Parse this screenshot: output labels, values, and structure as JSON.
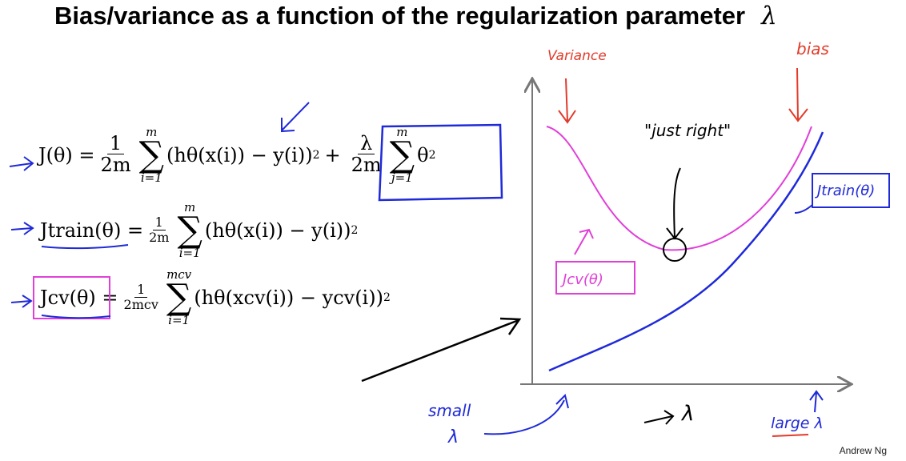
{
  "title": "Bias/variance as a function of the regularization parameter",
  "title_symbol": "λ",
  "equations": {
    "j_lhs": "J(θ) =",
    "one": "1",
    "two_m": "2m",
    "lambda": "λ",
    "sum_top_m": "m",
    "sum_bot_i": "i=1",
    "sum_bot_j": "j=1",
    "term_sq": "(hθ(x(i)) − y(i))",
    "sq": "2",
    "plus": "+",
    "theta_j": "θ",
    "train_lhs": "Jtrain(θ) =",
    "cv_lhs": "Jcv(θ) =",
    "two_mcv": "2mcv",
    "sum_top_mcv": "mcv",
    "term_cv": "(hθ(xcv(i)) − ycv(i))"
  },
  "handwriting": {
    "variance": "Variance",
    "bias": "bias",
    "just_right": "\"just right\"",
    "jtrain": "Jtrain(θ)",
    "jcv": "Jcv(θ)",
    "small": "small",
    "small_lambda": "λ",
    "axis_lambda": "λ",
    "large": "large λ"
  },
  "author": "Andrew Ng",
  "colors": {
    "ink": "#000000",
    "blue": "#1f2ad8",
    "magenta": "#e040d8",
    "red": "#e23a2a"
  }
}
